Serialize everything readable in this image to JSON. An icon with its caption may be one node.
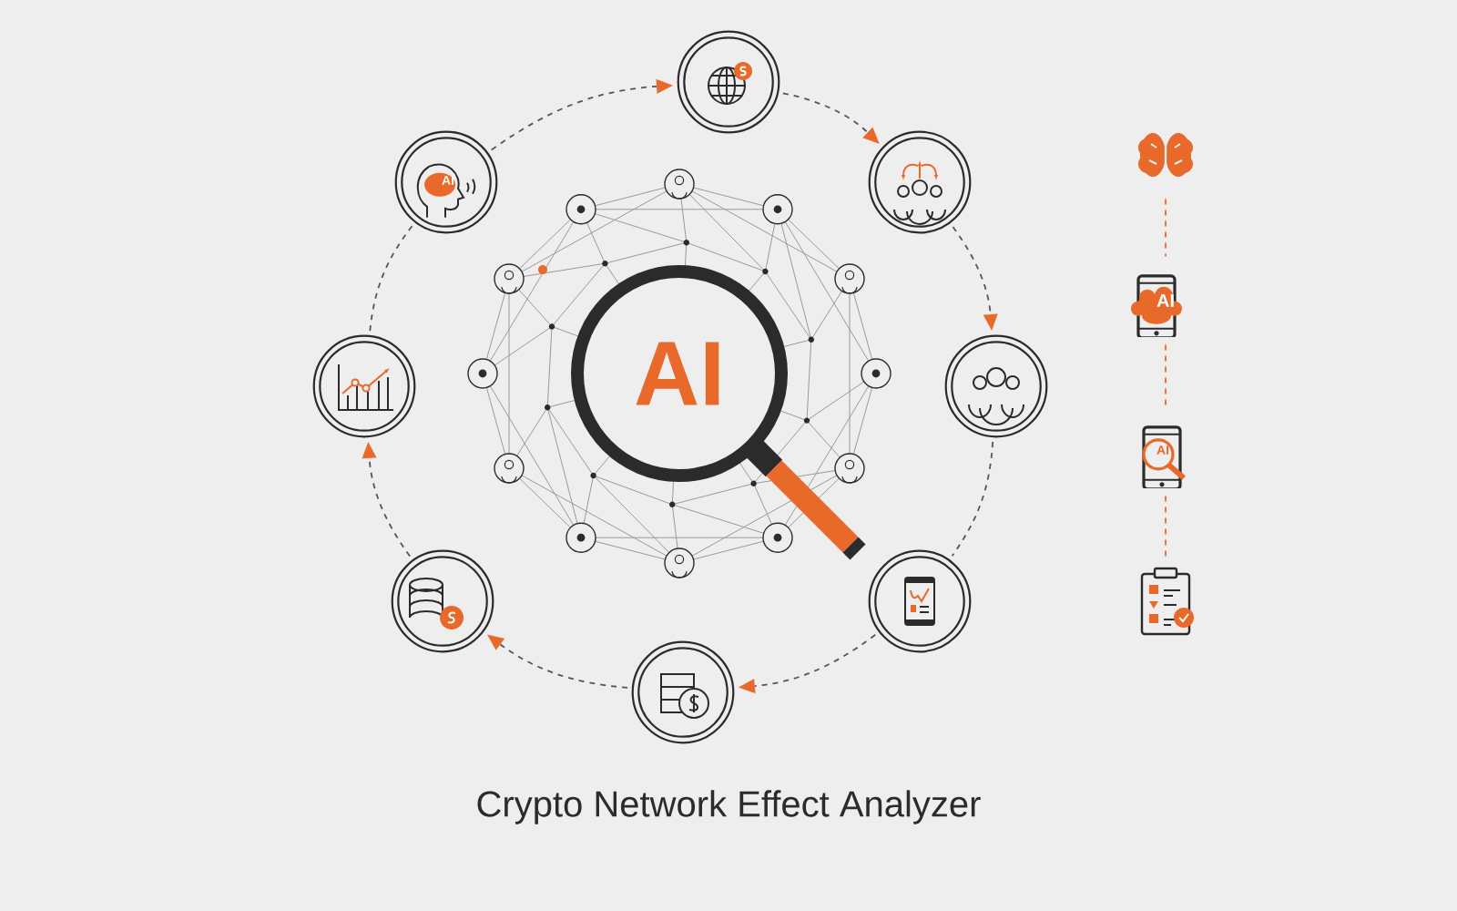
{
  "diagram": {
    "title": "Crypto Network Effect Analyzer",
    "nodes": [
      {
        "text": [],
        "shape": "circle"
      },
      {
        "text": [],
        "shape": "circle"
      },
      {
        "text": [],
        "shape": "circle"
      },
      {
        "text": [],
        "shape": "circle"
      },
      {
        "text": [],
        "shape": "circle"
      },
      {
        "text": [],
        "shape": "circle"
      },
      {
        "text": [],
        "shape": "circle"
      },
      {
        "text": [
          "AI"
        ]
      },
      {
        "text": [
          "AI"
        ]
      },
      {
        "text": [],
        "shape": "picture"
      },
      {
        "text": [
          "AI"
        ]
      },
      {
        "text": [
          "AI"
        ]
      },
      {
        "text": [],
        "shape": "picture"
      }
    ],
    "edges": [
      {
        "from": 7,
        "to": 0,
        "arrow": "to",
        "style": "dashed"
      },
      {
        "from": 0,
        "to": 1,
        "arrow": "to",
        "style": "dashed"
      },
      {
        "from": 1,
        "to": 2,
        "arrow": "to",
        "style": "dashed"
      },
      {
        "from": 2,
        "to": 3,
        "arrow": "none",
        "style": "dashed"
      },
      {
        "from": 3,
        "to": 4,
        "arrow": "to",
        "style": "dashed"
      },
      {
        "from": 4,
        "to": 5,
        "arrow": "to",
        "style": "dashed"
      },
      {
        "from": 5,
        "to": 6,
        "arrow": "to",
        "style": "dashed"
      },
      {
        "from": 6,
        "to": 7,
        "arrow": "none",
        "style": "dashed"
      },
      {
        "from": 9,
        "to": 10,
        "arrow": "none",
        "style": "dashed",
        "color": "#e8692a"
      },
      {
        "from": 10,
        "to": 11,
        "arrow": "none",
        "style": "dashed",
        "color": "#e8692a"
      },
      {
        "from": 11,
        "to": 12,
        "arrow": "none",
        "style": "dashed",
        "color": "#e8692a"
      }
    ]
  }
}
